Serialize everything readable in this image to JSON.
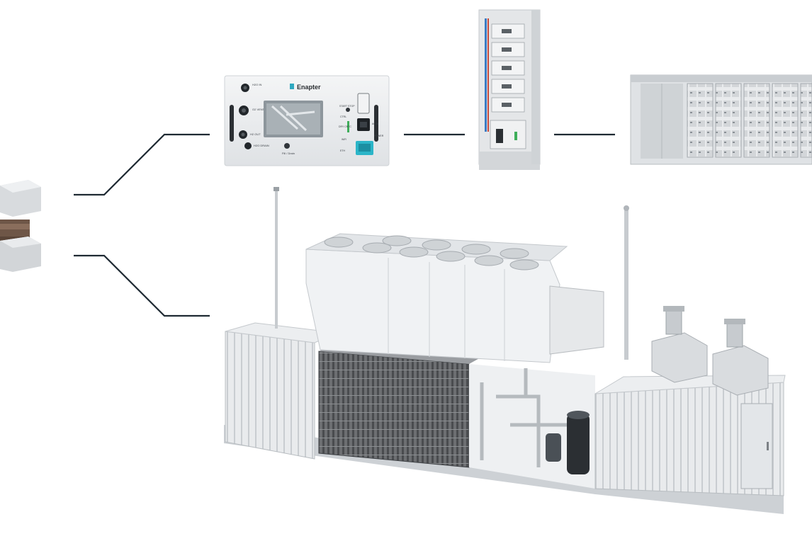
{
  "electrolyser_module": {
    "brand": "Enapter",
    "labels": {
      "water_in": "H2O IN",
      "o2_vent": "O2 VENT",
      "h2_out": "H2 OUT",
      "water_drain": "H2O DRAIN",
      "fill_drain": "Fill / Drain",
      "start_stop": "START STOP",
      "ctrl": "CTRL",
      "wifi": "WiFi",
      "dry_contact": "DRY CNTC",
      "eth": "ETH",
      "power": "POWER",
      "ac_in": "AC IN"
    }
  },
  "colors": {
    "connector": "#1f2a33",
    "display": "#2bb5c8",
    "metal": "#e4e6e8",
    "metal_dark": "#b9bdc1"
  }
}
